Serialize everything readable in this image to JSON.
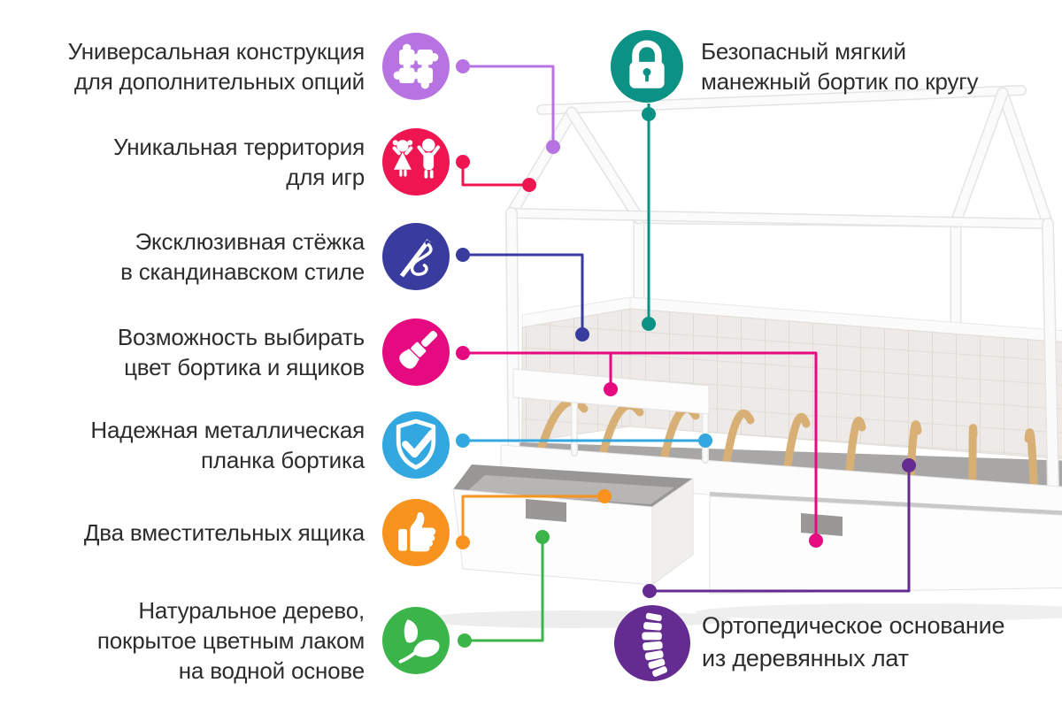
{
  "background": "#ffffff",
  "text_color": "#2d2d2d",
  "features": [
    {
      "id": "universal-construction",
      "icon": "puzzle-icon",
      "color": "#b873e2",
      "text": "Универсальная конструкция\nдля дополнительных опций"
    },
    {
      "id": "play-territory",
      "icon": "children-icon",
      "color": "#ef1550",
      "text": "Уникальная территория\nдля игр"
    },
    {
      "id": "scandinavian-quilting",
      "icon": "needle-thread-icon",
      "color": "#393c9e",
      "text": "Эксклюзивная стёжка\nв скандинавском стиле"
    },
    {
      "id": "color-choice",
      "icon": "paintbrush-icon",
      "color": "#e60a80",
      "text": "Возможность выбирать\nцвет бортика и ящиков"
    },
    {
      "id": "metal-rail",
      "icon": "shield-check-icon",
      "color": "#33a7e0",
      "text": "Надежная металлическая\nпланка бортика"
    },
    {
      "id": "two-drawers",
      "icon": "thumbs-up-icon",
      "color": "#f7931e",
      "text": "Два вместительных ящика"
    },
    {
      "id": "natural-wood",
      "icon": "leaf-icon",
      "color": "#3bb54a",
      "text": "Натуральное дерево,\nпокрытое цветным лаком\nна водной основе"
    },
    {
      "id": "safe-bumper",
      "icon": "padlock-icon",
      "color": "#0b9284",
      "text": "Безопасный мягкий\nманежный бортик по кругу"
    },
    {
      "id": "orthopedic-base",
      "icon": "spine-icon",
      "color": "#642c90",
      "text": "Ортопедическое основание\nиз деревянных лат"
    }
  ],
  "illustration_colors": {
    "frame": "#fbfbfb",
    "frame_edge": "#e4e4e4",
    "slats": "#d8b075",
    "quilted_bumper": "#edeae7",
    "drawer_interior": "#989796"
  }
}
